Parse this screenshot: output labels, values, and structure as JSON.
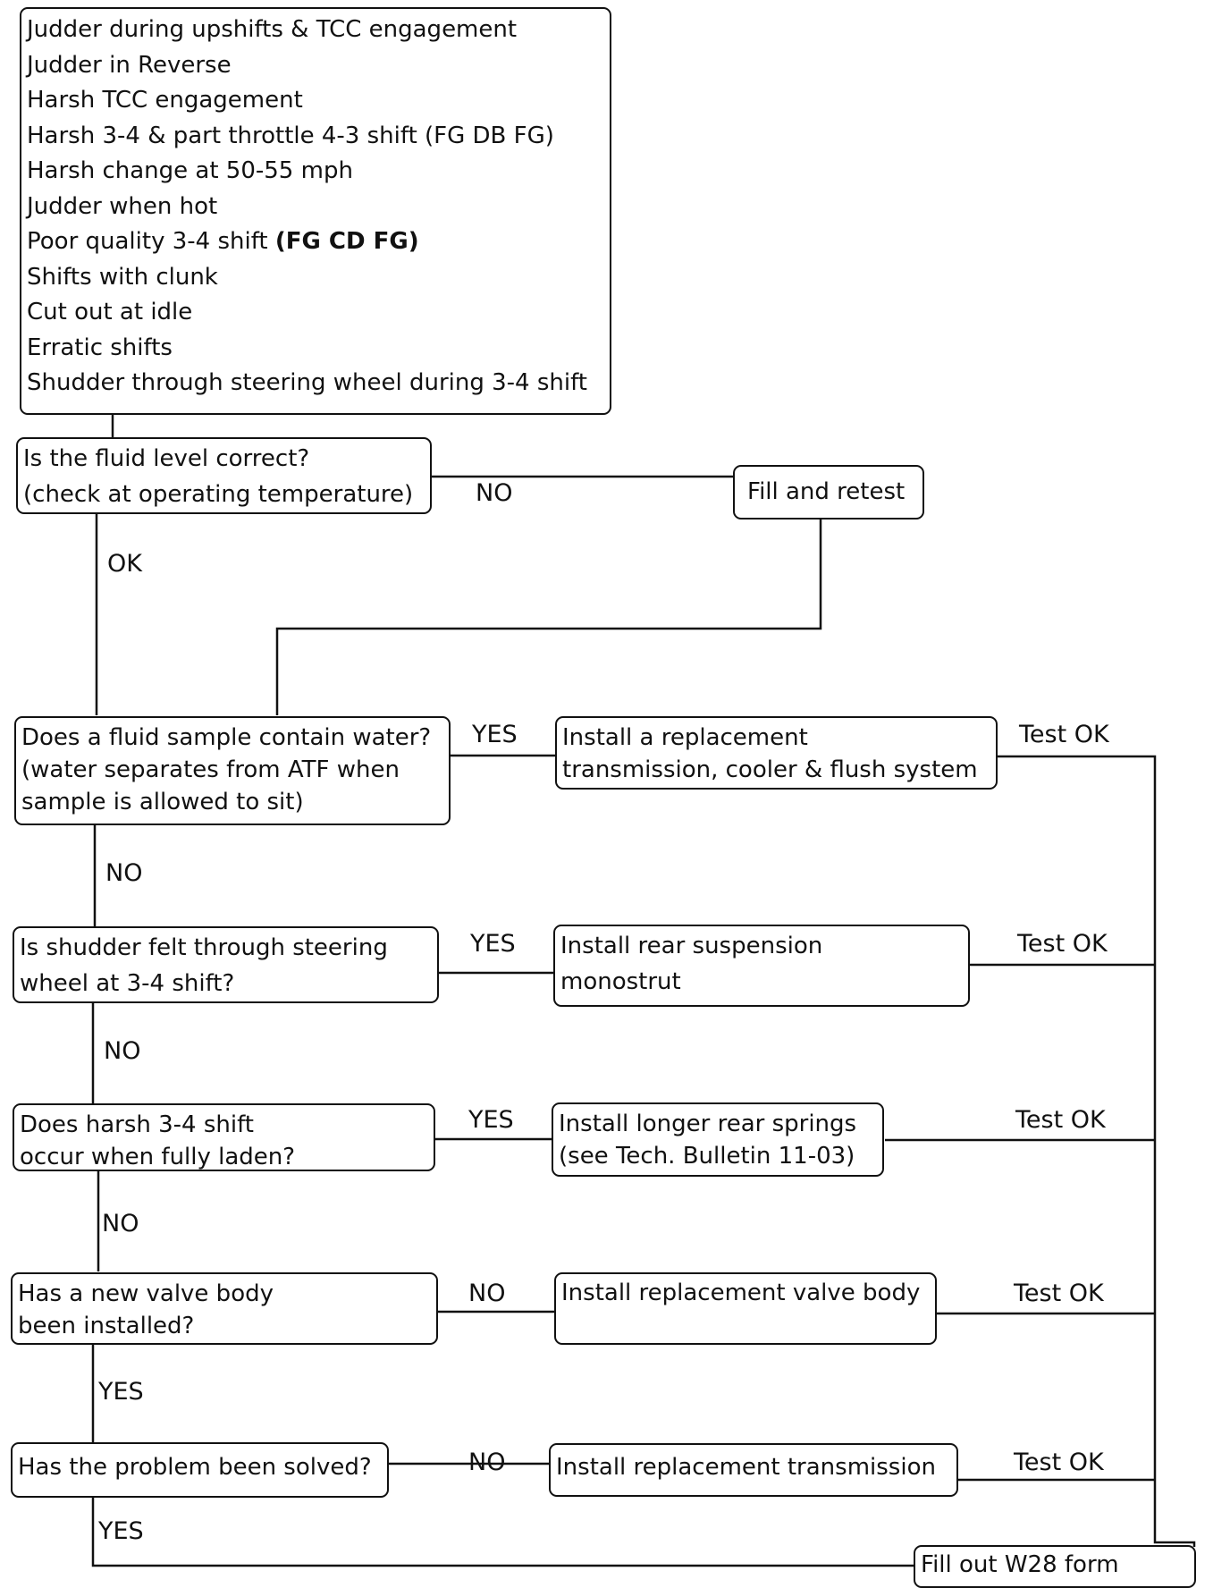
{
  "symptoms": [
    "Judder during upshifts & TCC engagement",
    "Judder in Reverse",
    "Harsh TCC engagement",
    "Harsh 3-4 & part throttle 4-3 shift (FG DB FG)",
    "Harsh change at 50-55 mph",
    "Judder when hot",
    "Poor quality 3-4 shift",
    "Shifts with clunk",
    "Cut out at idle",
    "Erratic shifts",
    "Shudder through steering wheel during 3-4 shift"
  ],
  "symptom_bold_suffix": "(FG CD FG)",
  "q_fluid_level": {
    "line1": "Is the fluid level correct?",
    "line2": "(check at operating temperature)"
  },
  "a_fill_retest": "Fill and retest",
  "q_water": {
    "line1": "Does a fluid sample contain water?",
    "line2": "(water separates from ATF when",
    "line3": "sample is allowed to sit)"
  },
  "a_water": {
    "line1": "Install a replacement",
    "line2": "transmission, cooler & flush system"
  },
  "q_shudder": {
    "line1": "Is shudder felt through steering",
    "line2": "wheel at 3-4 shift?"
  },
  "a_shudder": {
    "line1": "Install rear suspension",
    "line2": "monostrut"
  },
  "q_harsh": {
    "line1": "Does harsh 3-4 shift",
    "line2": "occur when fully laden?"
  },
  "a_harsh": {
    "line1": "Install longer rear springs",
    "line2": "(see Tech. Bulletin 11-03)"
  },
  "q_valve": {
    "line1": "Has a new valve body",
    "line2": "been installed?"
  },
  "a_valve": "Install replacement valve body",
  "q_solved": "Has the problem been solved?",
  "a_transmission": "Install replacement transmission",
  "final": "Fill out W28 form",
  "labels": {
    "no_fill": "NO",
    "ok": "OK",
    "yes_water": "YES",
    "no_water": "NO",
    "yes_shudder": "YES",
    "no_shudder": "NO",
    "yes_harsh": "YES",
    "no_harsh": "NO",
    "no_valve": "NO",
    "yes_valve": "YES",
    "no_solved": "NO",
    "yes_solved": "YES",
    "test_ok_1": "Test OK",
    "test_ok_2": "Test OK",
    "test_ok_3": "Test OK",
    "test_ok_4": "Test OK",
    "test_ok_5": "Test OK"
  }
}
